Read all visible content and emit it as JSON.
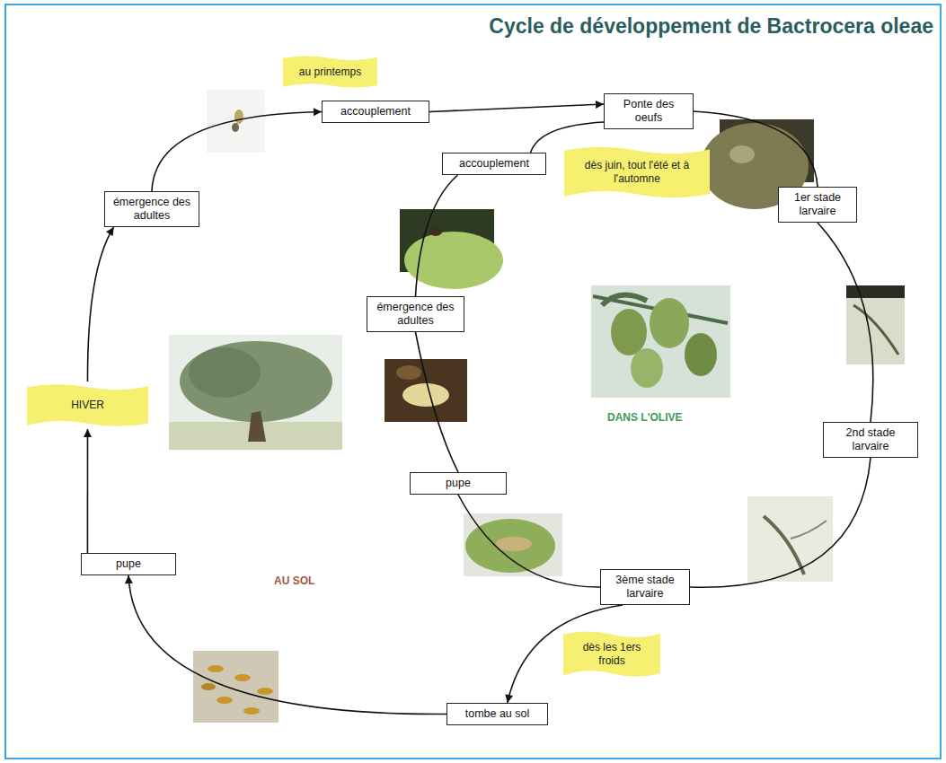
{
  "diagram": {
    "title": "Cycle de développement de Bactrocera oleae",
    "nodes": [
      {
        "text": [
          "accouplement"
        ]
      },
      {
        "text": [
          "Ponte des oeufs"
        ]
      },
      {
        "text": [
          "1er stade larvaire"
        ]
      },
      {
        "text": [
          "2nd stade larvaire"
        ]
      },
      {
        "text": [
          "3ème stade larvaire"
        ]
      },
      {
        "text": [
          "tombe au sol"
        ]
      },
      {
        "text": [
          "pupe"
        ]
      },
      {
        "text": [
          "émergence des adultes"
        ]
      },
      {
        "text": [
          "accouplement"
        ]
      },
      {
        "text": [
          "émergence des adultes"
        ]
      },
      {
        "text": [
          "pupe"
        ]
      },
      {
        "text": [
          "au printemps"
        ]
      },
      {
        "text": [
          "dès juin, tout l'été et à l'automne"
        ]
      },
      {
        "text": [
          "dès les 1ers froids"
        ]
      },
      {
        "text": [
          "HIVER"
        ]
      }
    ],
    "edges": [
      {
        "from": 7,
        "to": 0,
        "arrow": "to"
      },
      {
        "from": 0,
        "to": 1,
        "arrow": "to"
      },
      {
        "from": 1,
        "to": 2,
        "arrow": "none"
      },
      {
        "from": 2,
        "to": 3,
        "arrow": "none"
      },
      {
        "from": 3,
        "to": 4,
        "arrow": "none"
      },
      {
        "from": 4,
        "to": 10,
        "arrow": "none"
      },
      {
        "from": 10,
        "to": 9,
        "arrow": "none"
      },
      {
        "from": 9,
        "to": 8,
        "arrow": "none"
      },
      {
        "from": 8,
        "to": 1,
        "arrow": "none"
      },
      {
        "from": 4,
        "to": 5,
        "arrow": "to"
      },
      {
        "from": 5,
        "to": 6,
        "arrow": "to"
      },
      {
        "from": 6,
        "to": 14,
        "arrow": "to"
      },
      {
        "from": 14,
        "to": 7,
        "arrow": "to"
      }
    ],
    "labels": [
      "DANS L'OLIVE",
      "AU SOL"
    ]
  }
}
